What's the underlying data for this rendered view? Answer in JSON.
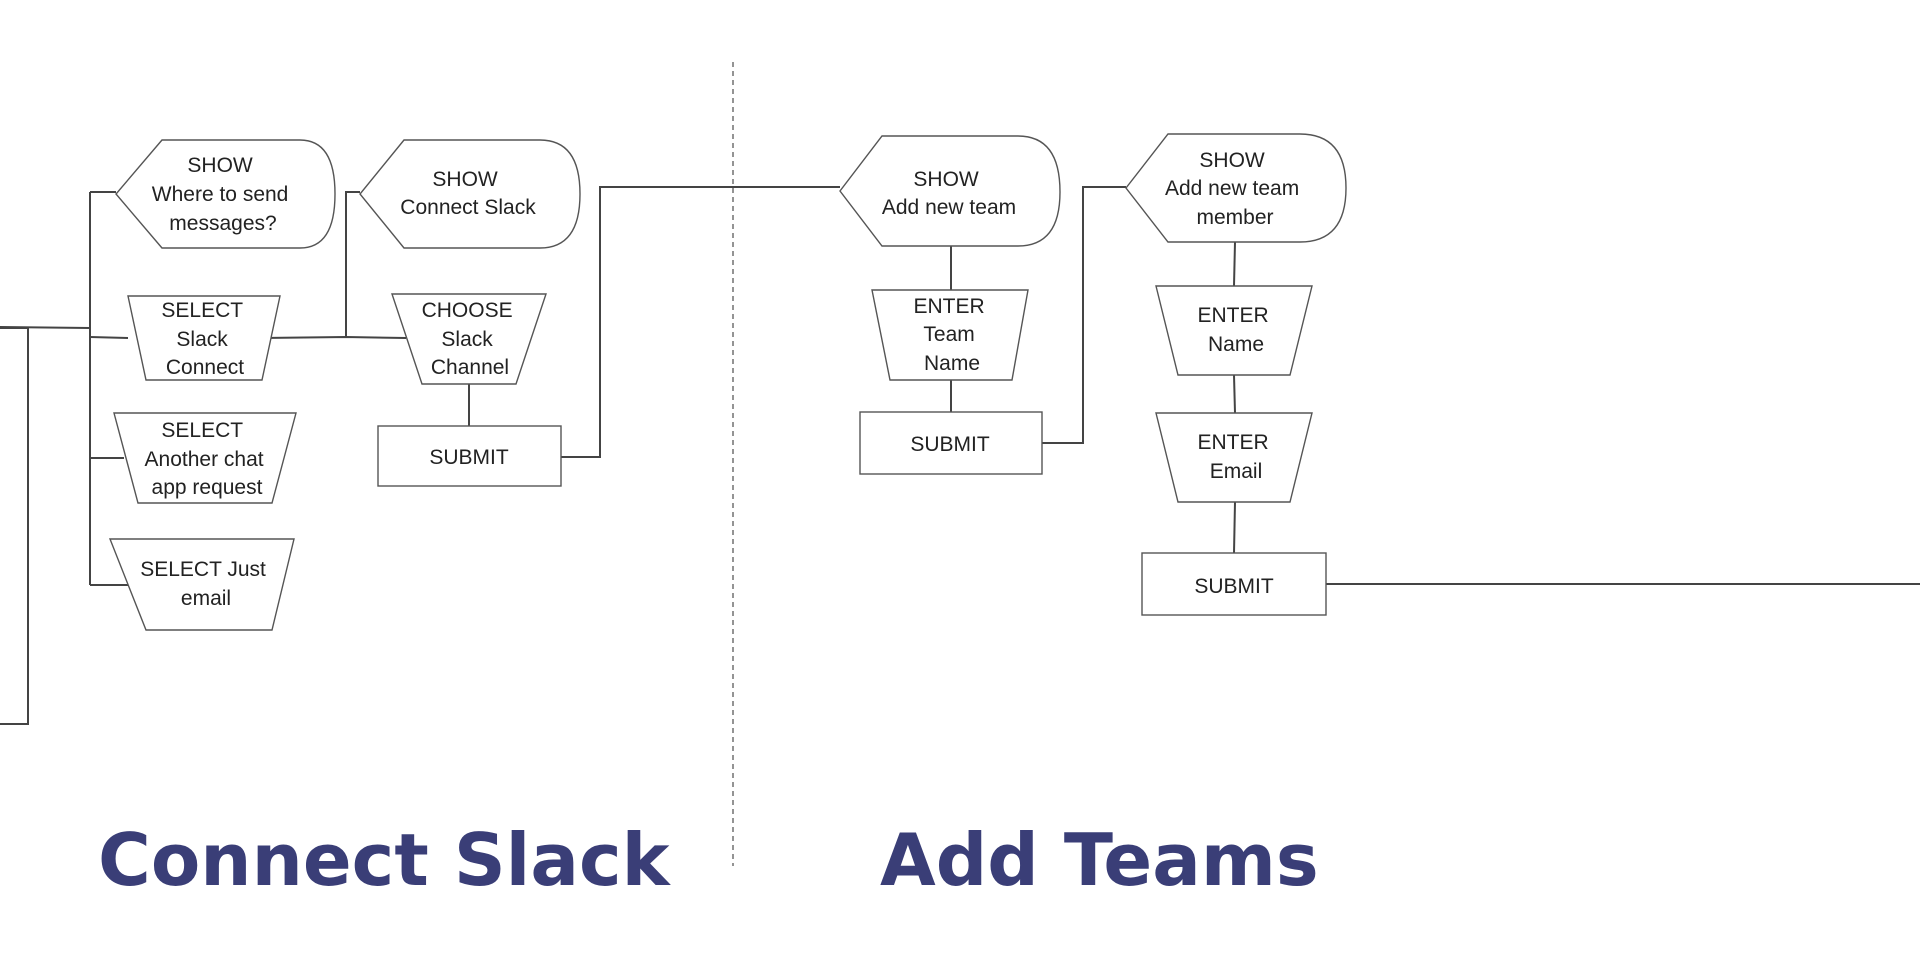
{
  "sections": {
    "connect_slack": "Connect Slack",
    "add_teams": "Add Teams"
  },
  "nodes": {
    "show_where_to_send": [
      "SHOW",
      "Where to send",
      "messages?"
    ],
    "select_slack_connect": [
      "SELECT",
      "Slack",
      "Connect"
    ],
    "select_another_chat": [
      "SELECT",
      "Another chat",
      "app request"
    ],
    "select_just_email": [
      "SELECT Just",
      "email"
    ],
    "show_connect_slack": [
      "SHOW",
      "Connect Slack"
    ],
    "choose_slack_channel": [
      "CHOOSE",
      "Slack",
      "Channel"
    ],
    "submit_slack": [
      "SUBMIT"
    ],
    "show_add_new_team": [
      "SHOW",
      "Add new team"
    ],
    "enter_team_name": [
      "ENTER",
      "Team",
      "Name"
    ],
    "submit_team": [
      "SUBMIT"
    ],
    "show_add_new_team_member": [
      "SHOW",
      "Add new team",
      "member"
    ],
    "enter_name": [
      "ENTER",
      "Name"
    ],
    "enter_email": [
      "ENTER",
      "Email"
    ],
    "submit_member": [
      "SUBMIT"
    ]
  }
}
